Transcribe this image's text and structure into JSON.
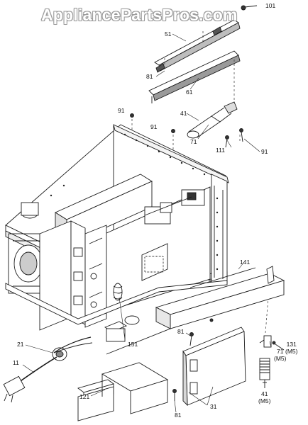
{
  "watermark": "AppliancePartsPros.com",
  "callouts": {
    "p101": "101",
    "p51": "51",
    "p81_top": "81",
    "p61": "61",
    "p91_a": "91",
    "p91_b": "91",
    "p41_top": "41",
    "p71_top": "71",
    "p111": "111",
    "p91_c": "91",
    "p141": "141",
    "p131": "131",
    "p131_sub": "(M5)",
    "p21": "21",
    "p81_mid": "81",
    "p71_low": "71",
    "p71_low_sub": "(M5)",
    "p151": "151",
    "p11": "11",
    "p41_low": "41",
    "p41_low_sub": "(M5)",
    "p121": "121",
    "p31": "31",
    "p81_bot": "81"
  },
  "colors": {
    "line": "#1a1a1a",
    "shade": "#8c8c8c",
    "watermark_outline": "#9a9a9a"
  }
}
